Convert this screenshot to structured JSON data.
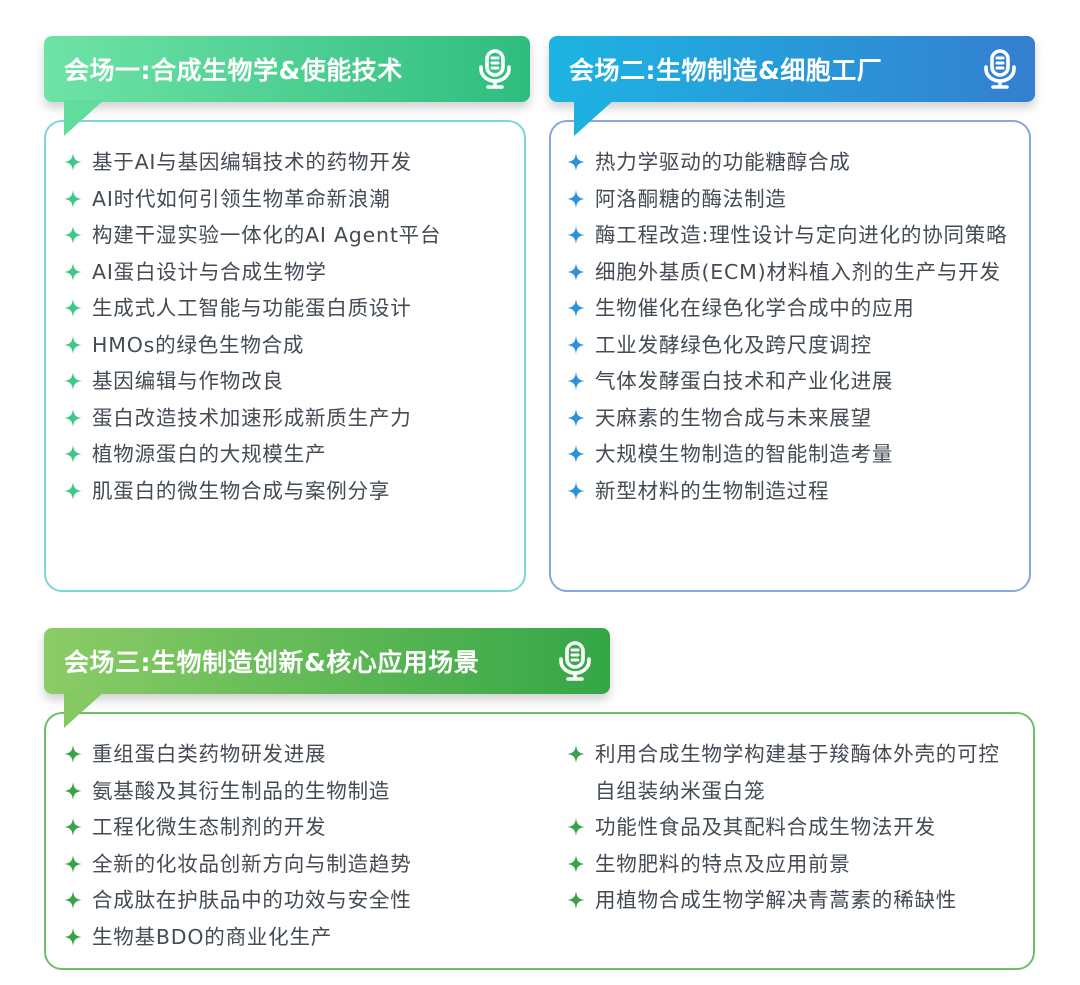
{
  "sessions": [
    {
      "title": "会场一:合成生物学&使能技术",
      "icon": "microphone-icon",
      "colors": {
        "header_from": "#6fe3a7",
        "header_to": "#2fbd7f",
        "border": "#7fd6d6",
        "bullet": "#3ec888"
      },
      "items": [
        "基于AI与基因编辑技术的药物开发",
        "AI时代如何引领生物革命新浪潮",
        "构建干湿实验一体化的AI Agent平台",
        "AI蛋白设计与合成生物学",
        "生成式人工智能与功能蛋白质设计",
        "HMOs的绿色生物合成",
        "基因编辑与作物改良",
        "蛋白改造技术加速形成新质生产力",
        "植物源蛋白的大规模生产",
        "肌蛋白的微生物合成与案例分享"
      ]
    },
    {
      "title": "会场二:生物制造&细胞工厂",
      "icon": "microphone-icon",
      "colors": {
        "header_from": "#1db4e3",
        "header_to": "#347fd0",
        "border": "#86a8dc",
        "bullet": "#2b93dc"
      },
      "items": [
        "热力学驱动的功能糖醇合成",
        "阿洛酮糖的酶法制造",
        "酶工程改造:理性设计与定向进化的协同策略",
        "细胞外基质(ECM)材料植入剂的生产与开发",
        "生物催化在绿色化学合成中的应用",
        "工业发酵绿色化及跨尺度调控",
        "气体发酵蛋白技术和产业化进展",
        "天麻素的生物合成与未来展望",
        "大规模生物制造的智能制造考量",
        "新型材料的生物制造过程"
      ]
    },
    {
      "title": "会场三:生物制造创新&核心应用场景",
      "icon": "microphone-icon",
      "colors": {
        "header_from": "#8ccc66",
        "header_to": "#34a646",
        "border": "#6cc06a",
        "bullet": "#3aa34a"
      },
      "items_left": [
        "重组蛋白类药物研发进展",
        "氨基酸及其衍生制品的生物制造",
        "工程化微生态制剂的开发",
        "全新的化妆品创新方向与制造趋势",
        "合成肽在护肤品中的功效与安全性",
        "生物基BDO的商业化生产"
      ],
      "items_right": [
        "利用合成生物学构建基于羧酶体外壳的可控自组装纳米蛋白笼",
        "功能性食品及其配料合成生物法开发",
        "生物肥料的特点及应用前景",
        "用植物合成生物学解决青蒿素的稀缺性"
      ]
    }
  ]
}
